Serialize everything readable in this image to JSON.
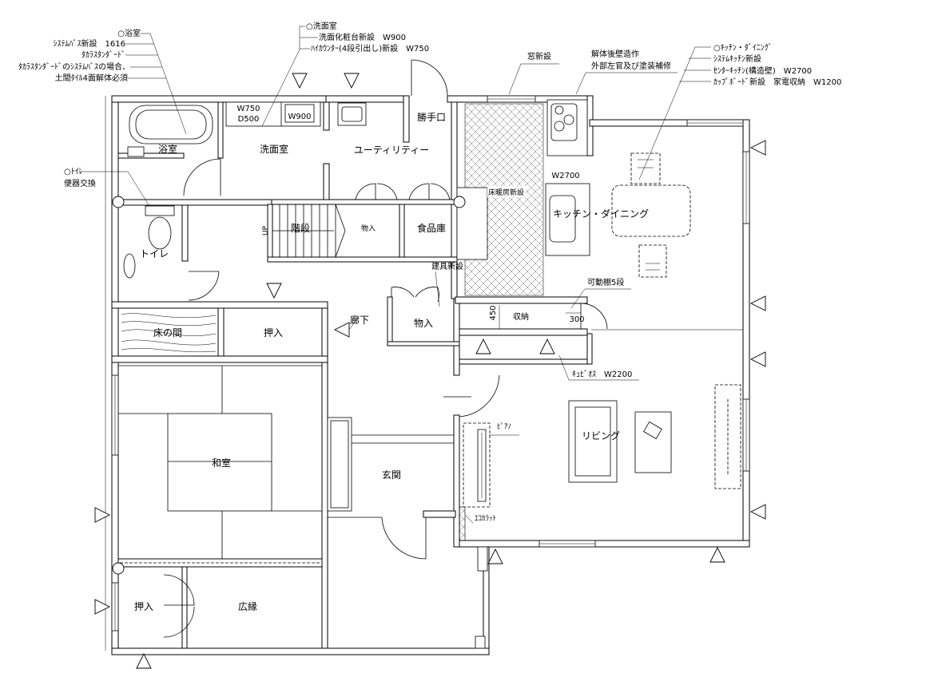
{
  "notes": {
    "bathroom": {
      "title": "○浴室",
      "line1": "ｼｽﾃﾑﾊﾞｽ新設　1616",
      "line2": "ﾀｶﾗｽﾀﾝﾀﾞｰﾄﾞ",
      "line3": "ﾀｶﾗｽﾀﾝﾀﾞｰﾄﾞのｼｽﾃﾑﾊﾞｽの場合、",
      "line4": "土間ﾀｲﾙ4面解体必須"
    },
    "washroom": {
      "title": "○洗面室",
      "line1": "洗面化粧台新設　W900",
      "line2": "ﾊｲｶｳﾝﾀｰ(4段引出し)新設　W750"
    },
    "window": "窓新設",
    "exterior": {
      "line1": "解体後壁造作",
      "line2": "外部左官及び塗装補修"
    },
    "kitchen": {
      "title": "○ｷｯﾁﾝ・ﾀﾞｲﾆﾝｸﾞ",
      "line1": "ｼｽﾃﾑｷｯﾁﾝ新設",
      "line2": "ｾﾝﾀｰｷｯﾁﾝ(構造壁)　W2700",
      "line3": "ｶｯﾌﾟﾎﾞｰﾄﾞ新設　家電収納　W1200"
    },
    "toilet": {
      "title": "○ﾄｲﾚ",
      "line1": "便器交換"
    },
    "fitting": "建具新設",
    "shelf": "可動棚5段",
    "cabinet": "ｷｭﾋﾞｵｽ　W2200",
    "piano": "ﾋﾟｱﾉ",
    "ecocarat": "ｴｺｶﾗｯﾄ",
    "floor_heating": "床暖房新設"
  },
  "rooms": {
    "bathroom": "浴室",
    "washroom": "洗面室",
    "back_door": "勝手口",
    "utility": "ユーティリティー",
    "kitchen_dining": "キッチン・ダイニング",
    "stairs": "階段",
    "stairs_up": "UP",
    "storage_small": "物入",
    "pantry": "食品庫",
    "toilet": "トイレ",
    "storage_hall": "物入",
    "storage": "収納",
    "tokonoma": "床の間",
    "closet_upper": "押入",
    "corridor": "廊下",
    "living": "リビング",
    "washitsu": "和室",
    "entrance": "玄関",
    "closet_lower": "押入",
    "engawa": "広縁"
  },
  "dims": {
    "vanity_w": "W750",
    "vanity_d": "D500",
    "basin_w": "W900",
    "island_w": "W2700",
    "storage_depth": "450",
    "shelf_w": "300"
  },
  "colors": {
    "line": "#000000",
    "background": "#ffffff"
  }
}
